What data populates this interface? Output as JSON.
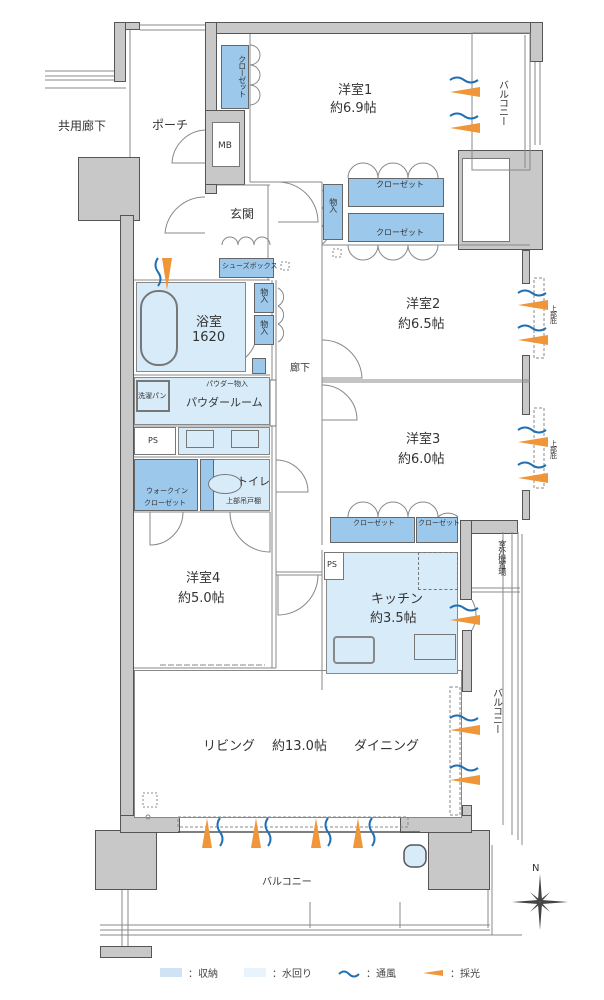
{
  "plan": {
    "rooms": {
      "western1": {
        "name": "洋室1",
        "area": "約6.9帖"
      },
      "western2": {
        "name": "洋室2",
        "area": "約6.5帖"
      },
      "western3": {
        "name": "洋室3",
        "area": "約6.0帖"
      },
      "western4": {
        "name": "洋室4",
        "area": "約5.0帖"
      },
      "kitchen": {
        "name": "キッチン",
        "area": "約3.5帖"
      },
      "ldk": {
        "living": "リビング",
        "area": "約13.0帖",
        "dining": "ダイニング"
      },
      "bath": {
        "name": "浴室",
        "size": "1620"
      },
      "powder": {
        "name": "パウダールーム"
      },
      "toilet": {
        "name": "トイレ"
      },
      "entrance": {
        "name": "玄関"
      },
      "hallway": {
        "name": "廊下"
      },
      "porch": {
        "name": "ポーチ"
      },
      "common_corridor": {
        "name": "共用廊下"
      }
    },
    "storage": {
      "closet": "クローゼット",
      "mono_iri": "物入",
      "shoes_box": "シューズボックス",
      "powder_storage": "パウダー物入",
      "walk_in": "ウォークイン",
      "walk_in_2": "クローゼット",
      "upper_cabinet": "上部吊戸棚",
      "laundry_pan": "洗濯パン"
    },
    "misc": {
      "mb": "MB",
      "ps": "PS",
      "balcony": "バルコニー",
      "outdoor_unit": "室外機置場",
      "upper_eaves": "上部庇"
    },
    "compass": {
      "north": "N"
    }
  },
  "legend": {
    "items": [
      {
        "label": "：収納",
        "color": "#cfe3f5"
      },
      {
        "label": "：水回り",
        "color": "#e8f3fb"
      },
      {
        "label": "：通風",
        "color": "#1f6fb5"
      },
      {
        "label": "：採光",
        "color": "#f0963a"
      }
    ]
  },
  "colors": {
    "storage": "#9cc8ec",
    "wet_area": "#d8ebf8",
    "wall": "#c8c8c8",
    "ventilation": "#1f6fb5",
    "daylight": "#f0963a"
  }
}
